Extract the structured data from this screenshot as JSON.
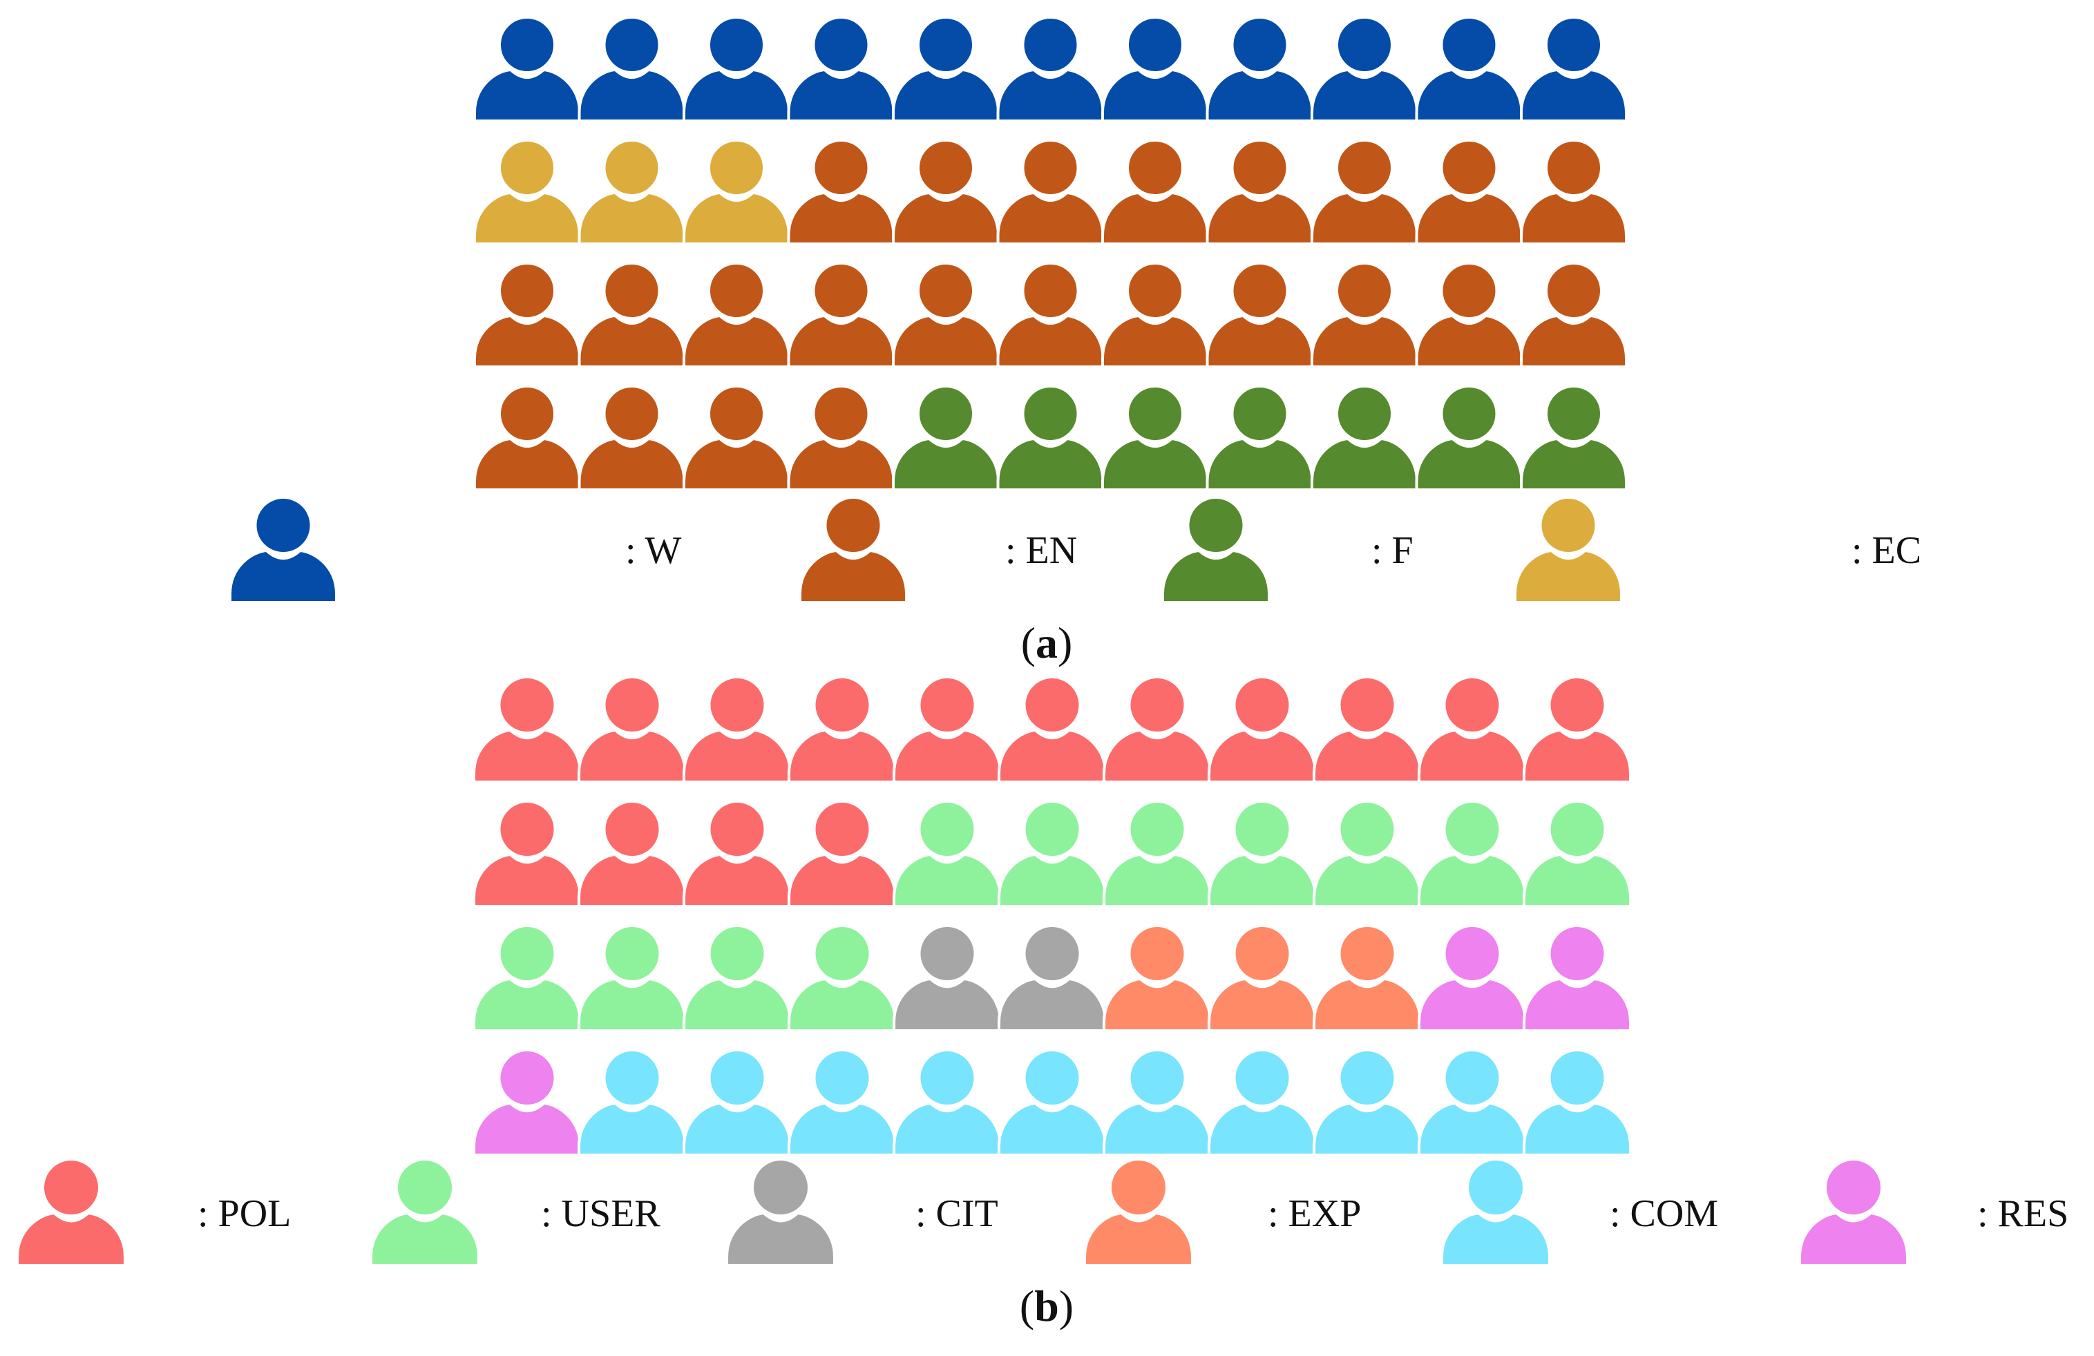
{
  "chart_data": [
    {
      "type": "pictogram",
      "caption": "a",
      "columns": 11,
      "rows": [
        [
          "W",
          "W",
          "W",
          "W",
          "W",
          "W",
          "W",
          "W",
          "W",
          "W",
          "W"
        ],
        [
          "EC",
          "EC",
          "EC",
          "EN",
          "EN",
          "EN",
          "EN",
          "EN",
          "EN",
          "EN",
          "EN"
        ],
        [
          "EN",
          "EN",
          "EN",
          "EN",
          "EN",
          "EN",
          "EN",
          "EN",
          "EN",
          "EN",
          "EN"
        ],
        [
          "EN",
          "EN",
          "EN",
          "EN",
          "F",
          "F",
          "F",
          "F",
          "F",
          "F",
          "F"
        ]
      ],
      "legend": [
        {
          "key": "W",
          "label": ": W",
          "color": "#054ca8"
        },
        {
          "key": "EN",
          "label": ": EN",
          "color": "#c05718"
        },
        {
          "key": "F",
          "label": ": F",
          "color": "#558a2e"
        },
        {
          "key": "EC",
          "label": ": EC",
          "color": "#dcad3c"
        }
      ],
      "counts": {
        "W": 11,
        "EC": 3,
        "EN": 23,
        "F": 7
      }
    },
    {
      "type": "pictogram",
      "caption": "b",
      "columns": 11,
      "rows": [
        [
          "POL",
          "POL",
          "POL",
          "POL",
          "POL",
          "POL",
          "POL",
          "POL",
          "POL",
          "POL",
          "POL"
        ],
        [
          "POL",
          "POL",
          "POL",
          "POL",
          "USER",
          "USER",
          "USER",
          "USER",
          "USER",
          "USER",
          "USER"
        ],
        [
          "USER",
          "USER",
          "USER",
          "USER",
          "CIT",
          "CIT",
          "EXP",
          "EXP",
          "EXP",
          "RES",
          "RES"
        ],
        [
          "RES",
          "COM",
          "COM",
          "COM",
          "COM",
          "COM",
          "COM",
          "COM",
          "COM",
          "COM",
          "COM"
        ]
      ],
      "legend": [
        {
          "key": "POL",
          "label": ": POL",
          "color": "#fc6b6b"
        },
        {
          "key": "USER",
          "label": ": USER",
          "color": "#8ef29c"
        },
        {
          "key": "CIT",
          "label": ": CIT",
          "color": "#a6a6a6"
        },
        {
          "key": "EXP",
          "label": ": EXP",
          "color": "#ff8a68"
        },
        {
          "key": "COM",
          "label": ": COM",
          "color": "#78e4fe"
        },
        {
          "key": "RES",
          "label": ": RES",
          "color": "#ee82ee"
        }
      ],
      "counts": {
        "POL": 15,
        "USER": 11,
        "CIT": 2,
        "EXP": 3,
        "RES": 3,
        "COM": 10
      }
    }
  ]
}
